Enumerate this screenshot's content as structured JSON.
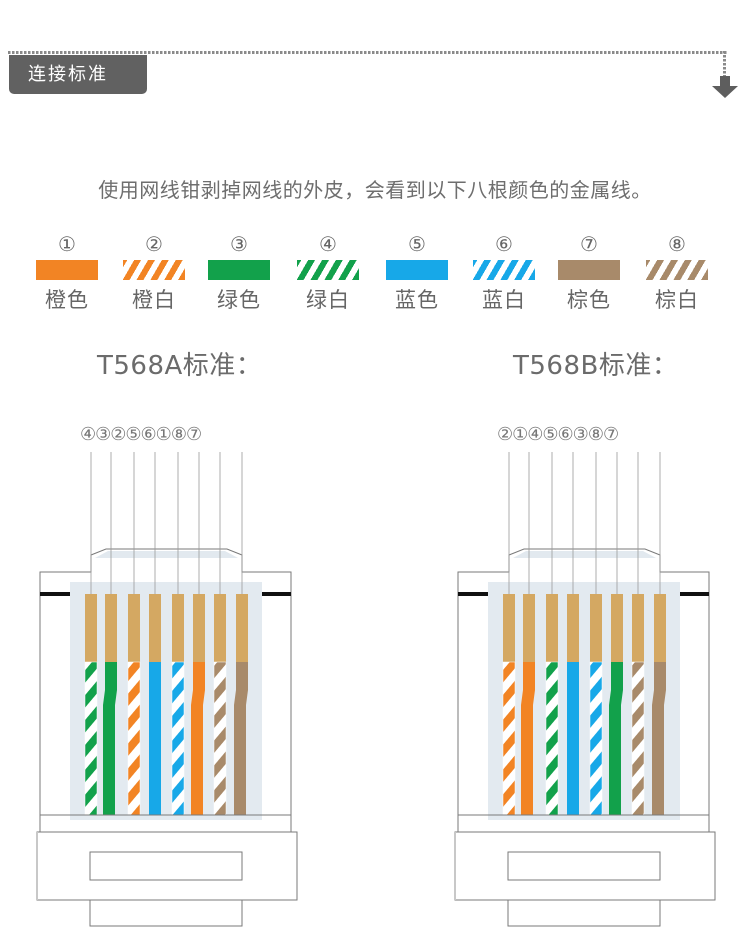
{
  "header": {
    "tab_label": "连接标准",
    "arrow_icon": "arrow-down-icon"
  },
  "intro_text": "使用网线钳剥掉网线的外皮，会看到以下八根颜色的金属线。",
  "colors": {
    "orange": "#f28424",
    "green": "#12a14b",
    "blue": "#17a8e8",
    "brown": "#a88a6a",
    "gold": "#d4a862",
    "panel": "#e2e9ef",
    "outline": "#777777",
    "text": "#666666"
  },
  "legend": [
    {
      "num": "①",
      "label": "橙色",
      "color": "orange",
      "striped": false
    },
    {
      "num": "②",
      "label": "橙白",
      "color": "orange",
      "striped": true
    },
    {
      "num": "③",
      "label": "绿色",
      "color": "green",
      "striped": false
    },
    {
      "num": "④",
      "label": "绿白",
      "color": "green",
      "striped": true
    },
    {
      "num": "⑤",
      "label": "蓝色",
      "color": "blue",
      "striped": false
    },
    {
      "num": "⑥",
      "label": "蓝白",
      "color": "blue",
      "striped": true
    },
    {
      "num": "⑦",
      "label": "棕色",
      "color": "brown",
      "striped": false
    },
    {
      "num": "⑧",
      "label": "棕白",
      "color": "brown",
      "striped": true
    }
  ],
  "standards": [
    {
      "title": "T568A标准：",
      "pin_order_text": "④③②⑤⑥①⑧⑦",
      "pins": [
        4,
        3,
        2,
        5,
        6,
        1,
        8,
        7
      ]
    },
    {
      "title": "T568B标准：",
      "pin_order_text": "②①④⑤⑥③⑧⑦",
      "pins": [
        2,
        1,
        4,
        5,
        6,
        3,
        8,
        7
      ]
    }
  ]
}
